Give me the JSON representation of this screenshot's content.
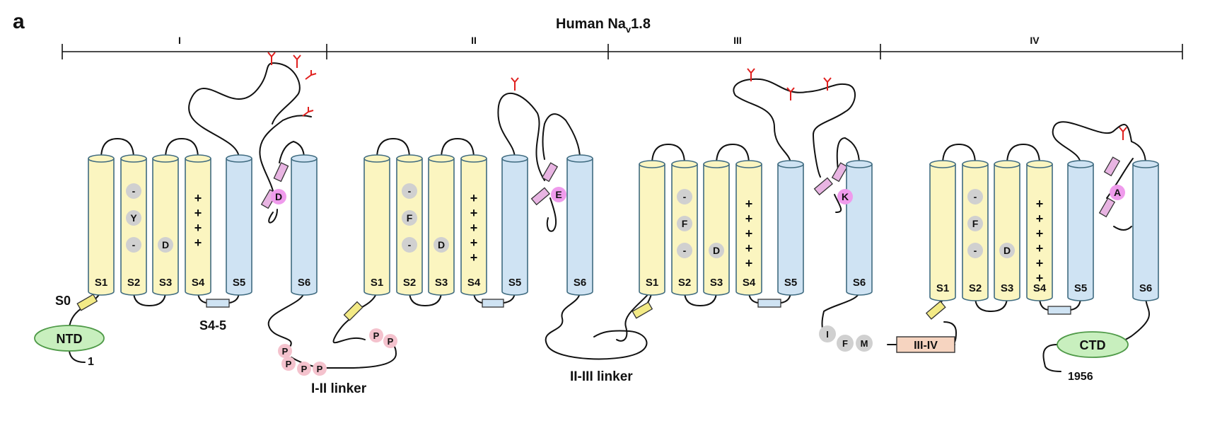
{
  "figure": {
    "panel_label": "a",
    "title_main": "Human Na",
    "title_sub": "v",
    "title_tail": "1.8",
    "domains": [
      "I",
      "II",
      "III",
      "IV"
    ]
  },
  "labels": {
    "s0": "S0",
    "s45": "S4-5",
    "ntd": "NTD",
    "ctd": "CTD",
    "n_terminus": "1",
    "c_terminus": "1956",
    "linker_1_2": "I-II linker",
    "linker_2_3": "II-III linker",
    "linker_3_4": "III-IV",
    "ifm": [
      "I",
      "F",
      "M"
    ],
    "phospho": "P"
  },
  "segments": [
    "S1",
    "S2",
    "S3",
    "S4",
    "S5",
    "S6"
  ],
  "repeats": [
    {
      "s2": [
        "-",
        "Y",
        "-"
      ],
      "s3": "D",
      "s4": [
        "+",
        "+",
        "+",
        "+"
      ],
      "filter": "D"
    },
    {
      "s2": [
        "-",
        "F",
        "-"
      ],
      "s3": "D",
      "s4": [
        "+",
        "+",
        "+",
        "+",
        "+"
      ],
      "filter": "E"
    },
    {
      "s2": [
        "-",
        "F",
        "-"
      ],
      "s3": "D",
      "s4": [
        "+",
        "+",
        "+",
        "+",
        "+"
      ],
      "filter": "K"
    },
    {
      "s2": [
        "-",
        "F",
        "-"
      ],
      "s3": "D",
      "s4": [
        "+",
        "+",
        "+",
        "+",
        "+",
        "+"
      ],
      "filter": "A"
    }
  ],
  "colors": {
    "vsd_fill": "#fbf5c0",
    "pore_fill": "#cfe3f3",
    "cyl_stroke": "#3f6b80",
    "charge_fill": "#d0d0d0",
    "filter_fill": "#ef9bec",
    "helix_fill": "#e8b4e2",
    "terminal_fill": "#c8efbe",
    "terminal_stroke": "#4f9a48",
    "glyco": "#e0201e",
    "phospho_fill": "#f4c2cd",
    "linker_box": "#f6d4c0"
  }
}
